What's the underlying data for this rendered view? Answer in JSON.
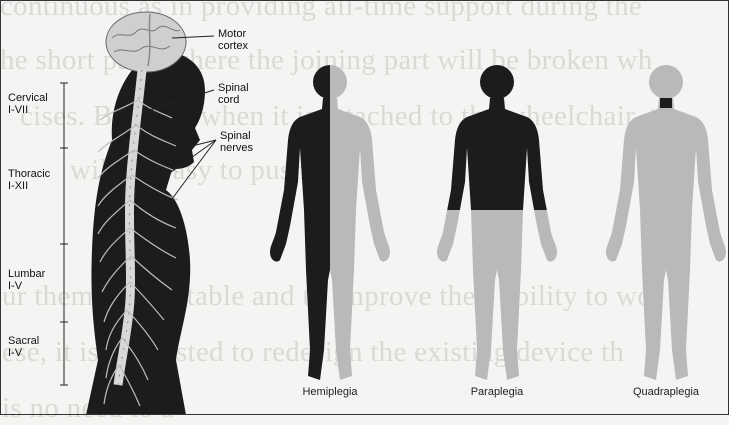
{
  "background_text": {
    "lines": [
      "continuous as in providing all-time support during the",
      "he short parts where the joining part will be broken wh",
      "cises. Besides, when it is attached to the wheelchair, t",
      "will be easy to push.",
      "ur them comfortable and to improve their ability to wor",
      "ese, it is suggested to redesign the existing device th",
      "                    is no need to a"
    ]
  },
  "anatomy_labels": {
    "motor_cortex": "Motor\ncortex",
    "spinal_cord": "Spinal\ncord",
    "spinal_nerves": "Spinal\nnerves"
  },
  "spine_regions": [
    {
      "name": "Cervical\nI-VII"
    },
    {
      "name": "Thoracic\nI-XII"
    },
    {
      "name": "Lumbar\nI-V"
    },
    {
      "name": "Sacral\nI-V"
    }
  ],
  "figures": [
    {
      "caption": "Hemiplegia"
    },
    {
      "caption": "Paraplegia"
    },
    {
      "caption": "Quadraplegia"
    }
  ],
  "colors": {
    "dark_body": "#1c1c1c",
    "light_body": "#b9b9b9",
    "spine": "#d8d8d8",
    "brain": "#cfcfcf"
  }
}
